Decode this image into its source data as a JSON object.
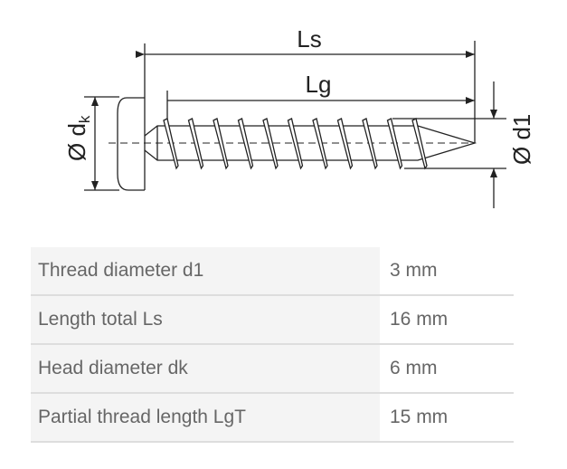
{
  "diagram": {
    "labels": {
      "ls": "Ls",
      "lg": "Lg",
      "dk": "Ø d",
      "dk_sub": "k",
      "d1": "Ø d1"
    }
  },
  "specs": [
    {
      "label": "Thread diameter d1",
      "value": "3 mm"
    },
    {
      "label": "Length total Ls",
      "value": "16 mm"
    },
    {
      "label": "Head diameter dk",
      "value": "6 mm"
    },
    {
      "label": "Partial thread length LgT",
      "value": "15 mm"
    }
  ]
}
